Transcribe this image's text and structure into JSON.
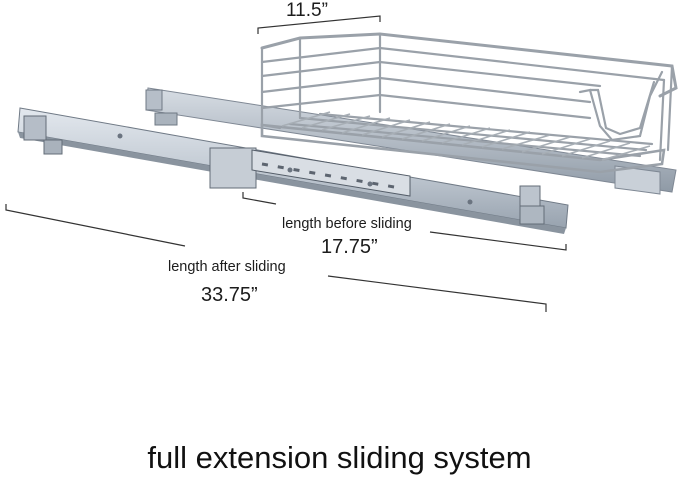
{
  "product_photo": {
    "width_label": "11.5”",
    "before_label": "length before sliding",
    "before_value": "17.75”",
    "after_label": "length after sliding",
    "after_value": "33.75”",
    "caption": "full extension sliding system",
    "colors": {
      "rail_steel": "#c7ced6",
      "rail_shadow": "#8c96a2",
      "wire_chrome": "#9ca3ab",
      "dimension_line": "#333333"
    }
  }
}
